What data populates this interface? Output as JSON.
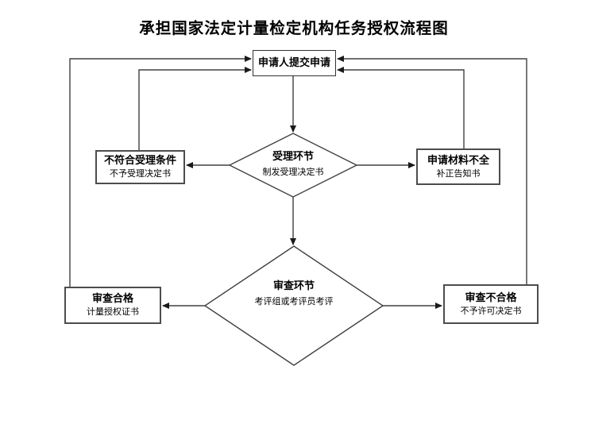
{
  "title": "承担国家法定计量检定机构任务授权流程图",
  "flowchart": {
    "nodes": {
      "submit": {
        "type": "process",
        "label": "申请人提交申请"
      },
      "accept": {
        "type": "decision",
        "label": "受理环节",
        "sublabel": "制发受理决定书"
      },
      "not_accept": {
        "type": "result",
        "label": "不符合受理条件",
        "sublabel": "不予受理决定书"
      },
      "incomplete": {
        "type": "result",
        "label": "申请材料不全",
        "sublabel": "补正告知书"
      },
      "review": {
        "type": "decision",
        "label": "审查环节",
        "sublabel": "考评组或考评员考评"
      },
      "pass": {
        "type": "result",
        "label": "审查合格",
        "sublabel": "计量授权证书"
      },
      "fail": {
        "type": "result",
        "label": "审查不合格",
        "sublabel": "不予许可决定书"
      }
    },
    "edges": [
      {
        "from": "submit",
        "to": "accept"
      },
      {
        "from": "accept",
        "to": "not_accept"
      },
      {
        "from": "accept",
        "to": "incomplete"
      },
      {
        "from": "accept",
        "to": "review"
      },
      {
        "from": "review",
        "to": "pass"
      },
      {
        "from": "review",
        "to": "fail"
      },
      {
        "from": "not_accept",
        "to": "submit"
      },
      {
        "from": "incomplete",
        "to": "submit"
      },
      {
        "from": "pass",
        "to": "submit"
      },
      {
        "from": "fail",
        "to": "submit"
      }
    ]
  },
  "colors": {
    "background": "#ffffff",
    "line": "#404040",
    "box_border": "#4d4d4d",
    "text": "#000000"
  }
}
